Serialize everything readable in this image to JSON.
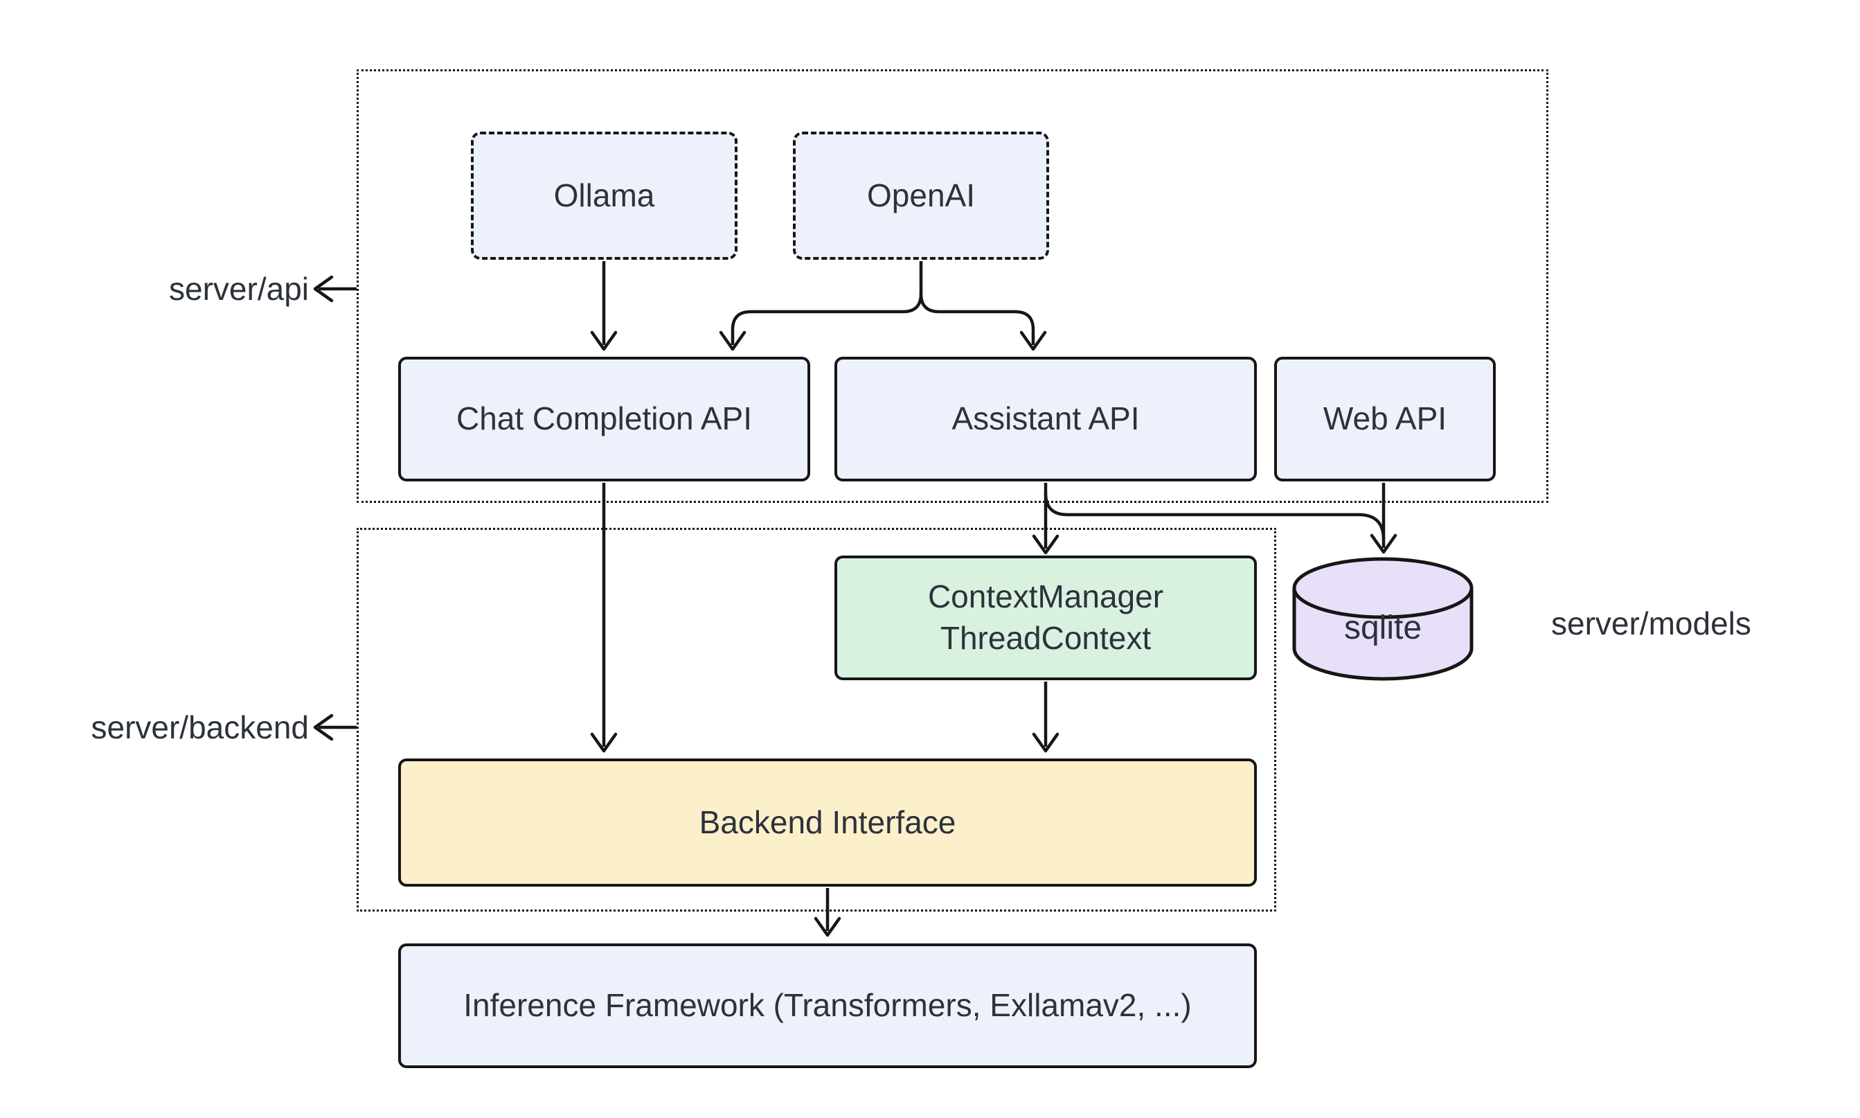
{
  "groups": {
    "api": {
      "label": "server/api"
    },
    "backend": {
      "label": "server/backend"
    },
    "models": {
      "label": "server/models"
    }
  },
  "nodes": {
    "ollama": {
      "label": "Ollama"
    },
    "openai": {
      "label": "OpenAI"
    },
    "chat_completion_api": {
      "label": "Chat Completion API"
    },
    "assistant_api": {
      "label": "Assistant API"
    },
    "web_api": {
      "label": "Web API"
    },
    "context_manager": {
      "line1": "ContextManager",
      "line2": "ThreadContext"
    },
    "sqlite": {
      "label": "sqlite"
    },
    "backend_interface": {
      "label": "Backend Interface"
    },
    "inference_framework": {
      "label": "Inference Framework (Transformers, Exllamav2, ...)"
    }
  },
  "edges": [
    {
      "from": "ollama",
      "to": "chat_completion_api"
    },
    {
      "from": "openai",
      "to": "chat_completion_api"
    },
    {
      "from": "openai",
      "to": "assistant_api"
    },
    {
      "from": "chat_completion_api",
      "to": "backend_interface"
    },
    {
      "from": "assistant_api",
      "to": "context_manager"
    },
    {
      "from": "assistant_api",
      "to": "sqlite"
    },
    {
      "from": "web_api",
      "to": "sqlite"
    },
    {
      "from": "context_manager",
      "to": "backend_interface"
    },
    {
      "from": "backend_interface",
      "to": "inference_framework"
    }
  ],
  "colors": {
    "node_blue": "#edf1fb",
    "node_green": "#d9f2e0",
    "node_yellow": "#fcf0cb",
    "node_purple": "#e8e0f8",
    "stroke": "#161616",
    "text": "#2c323a",
    "background": "#ffffff"
  }
}
